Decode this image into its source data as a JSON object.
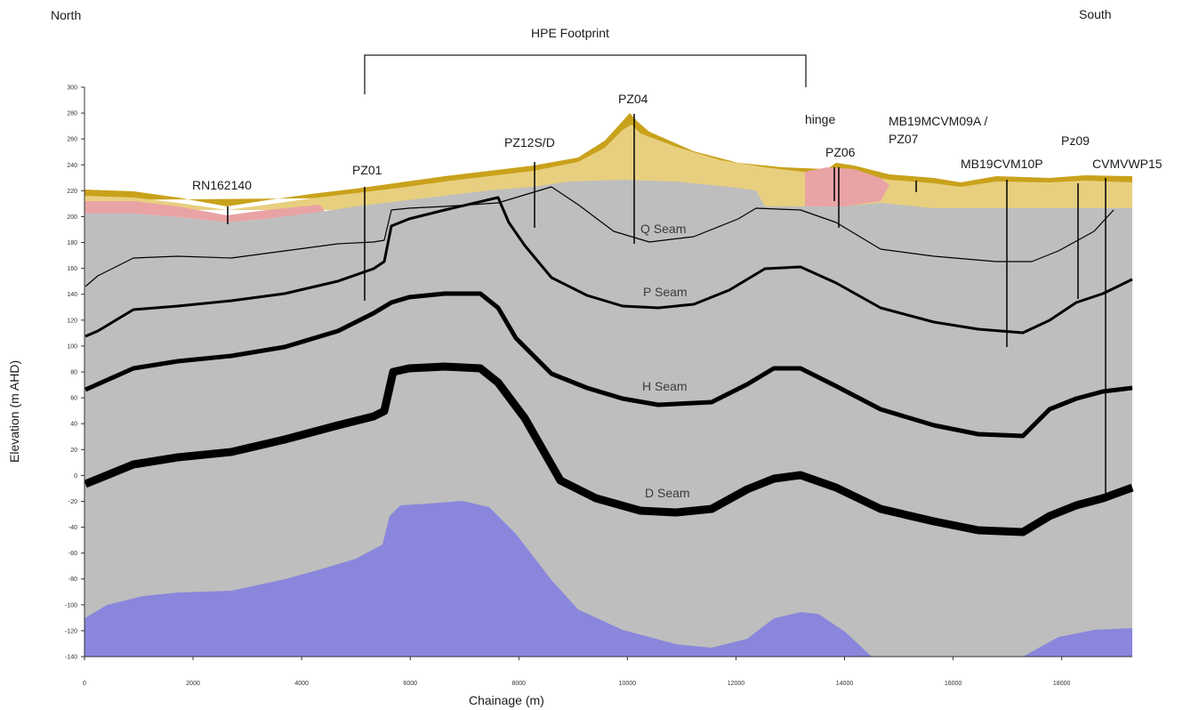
{
  "header": {
    "north": "North",
    "south": "South",
    "footprint": "HPE Footprint"
  },
  "wells": {
    "rn162140": "RN162140",
    "pz01": "PZ01",
    "pz12sd": "PZ12S/D",
    "pz04": "PZ04",
    "hinge": "hinge",
    "pz06": "PZ06",
    "mb19mcvm09a_1": "MB19MCVM09A /",
    "mb19mcvm09a_2": "PZ07",
    "mb19cvm10p": "MB19CVM10P",
    "pz09": "Pz09",
    "cvmvwp15": "CVMVWP15"
  },
  "seams": {
    "q": "Q Seam",
    "p": "P Seam",
    "h": "H Seam",
    "d": "D Seam"
  },
  "colors": {
    "surface": "#c9a21c",
    "sand": "#e8cf7f",
    "clay": "#e9a3a5",
    "rock": "#bebebe",
    "basement": "#8a86dc",
    "seam": "#000000"
  },
  "chart_data": {
    "type": "cross-section",
    "title": "",
    "xlabel": "Chainage (m)",
    "ylabel": "Elevation (m AHD)",
    "xlim": [
      0,
      19300
    ],
    "ylim": [
      -140,
      300
    ],
    "x_ticks": [
      0,
      2000,
      4000,
      6000,
      8000,
      10000,
      12000,
      14000,
      16000,
      18000
    ],
    "x_tick_labels": [
      "0",
      "2000",
      "4000",
      "6000",
      "8000",
      "10000",
      "12000",
      "14000",
      "16000",
      "18000"
    ],
    "y_ticks": [
      -140,
      -120,
      -100,
      -80,
      -60,
      -40,
      -20,
      0,
      20,
      40,
      60,
      80,
      100,
      120,
      140,
      160,
      180,
      200,
      220,
      240,
      260,
      280,
      300
    ],
    "y_tick_labels": [
      "-140",
      "-120",
      "-100",
      "-80",
      "-60",
      "-40",
      "-20",
      "0",
      "20",
      "40",
      "60",
      "80",
      "100",
      "120",
      "140",
      "160",
      "180",
      "200",
      "220",
      "240",
      "260",
      "280",
      "300"
    ]
  }
}
